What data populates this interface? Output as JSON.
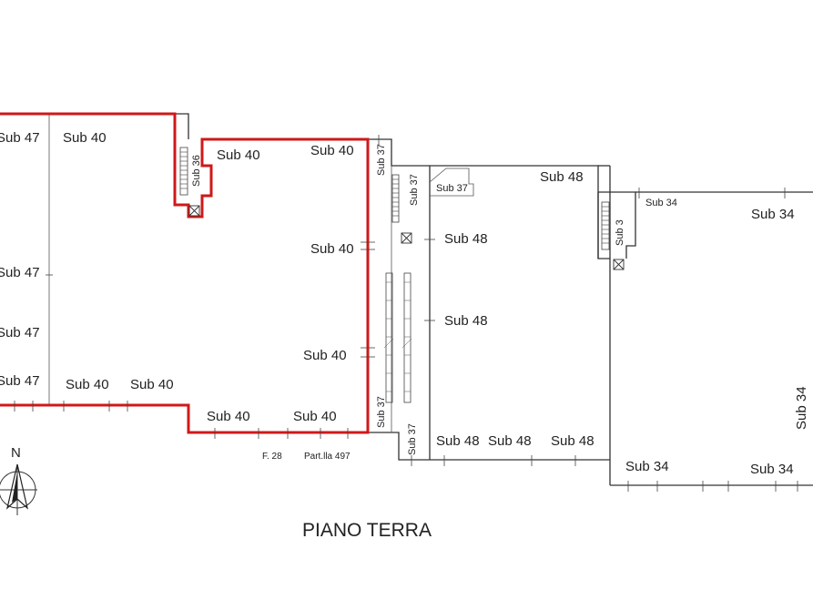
{
  "labels": {
    "sub47_a": "Sub 47",
    "sub40_a": "Sub 40",
    "sub40_b": "Sub 40",
    "sub40_c": "Sub 40",
    "sub36": "Sub 36",
    "sub40_d": "Sub 40",
    "sub47_b": "Sub 47",
    "sub47_c": "Sub 47",
    "sub40_e": "Sub 40",
    "sub47_d": "Sub 47",
    "sub40_f": "Sub 40",
    "sub40_g": "Sub 40",
    "sub40_h": "Sub 40",
    "sub40_i": "Sub 40",
    "sub37_a": "Sub 37",
    "sub37_b": "Sub 37",
    "sub37_c": "Sub 37",
    "sub37_d": "Sub 37",
    "sub37_e": "Sub 37",
    "sub48_a": "Sub 48",
    "sub48_b": "Sub 48",
    "sub48_c": "Sub 48",
    "sub48_d": "Sub 48",
    "sub48_e": "Sub 48",
    "sub48_f": "Sub 48",
    "sub34_a": "Sub 34",
    "sub3": "Sub 3",
    "sub34_b": "Sub 34",
    "sub34_c": "Sub 34",
    "sub34_d": "Sub 34",
    "foglio": "F. 28",
    "particella": "Part.lla 497",
    "north": "N",
    "title": "PIANO TERRA"
  },
  "colors": {
    "highlight": "#d01818",
    "line": "#333333",
    "text": "#222222"
  }
}
